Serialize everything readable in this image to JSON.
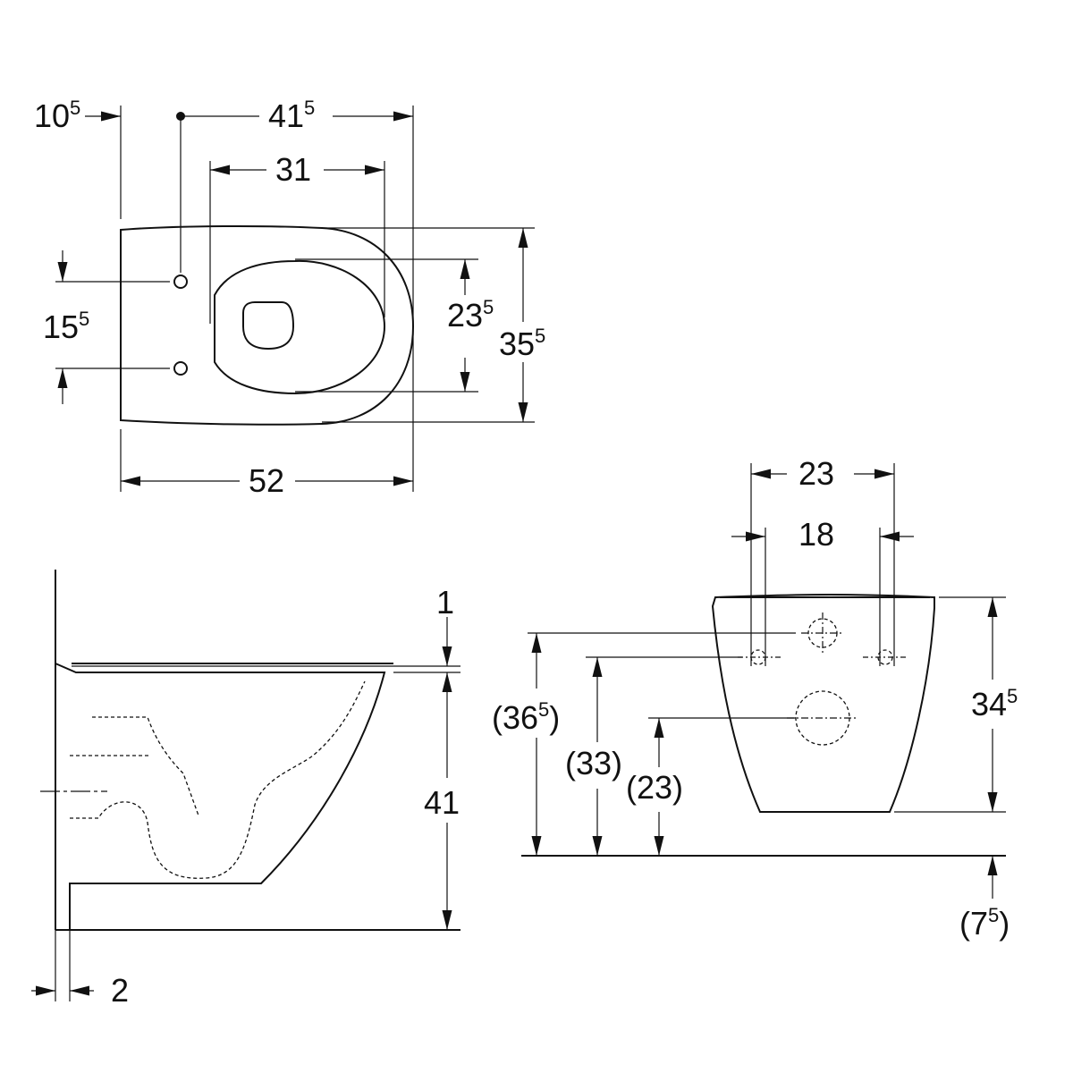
{
  "title": "Wall-hung WC dimension drawing",
  "colors": {
    "line": "#111111",
    "background": "#ffffff"
  },
  "top_view": {
    "dims": {
      "fixing_offset": {
        "base": "10",
        "sup": "5"
      },
      "fixing_to_front": {
        "base": "41",
        "sup": "5"
      },
      "seat_length": {
        "base": "31",
        "sup": ""
      },
      "fixing_spacing": {
        "base": "15",
        "sup": "5"
      },
      "seat_width": {
        "base": "23",
        "sup": "5"
      },
      "total_width": {
        "base": "35",
        "sup": "5"
      },
      "total_length": {
        "base": "52",
        "sup": ""
      }
    }
  },
  "side_view": {
    "dims": {
      "seat_thickness": {
        "base": "1",
        "sup": ""
      },
      "height": {
        "base": "41",
        "sup": ""
      },
      "wall_gap": {
        "base": "2",
        "sup": ""
      }
    }
  },
  "front_view": {
    "dims": {
      "bolt_outer": {
        "base": "23",
        "sup": ""
      },
      "bolt_inner": {
        "base": "18",
        "sup": ""
      },
      "bolt_height": {
        "pre": "(36",
        "sup": "5",
        "post": ")"
      },
      "bolt_height2": {
        "base": "(33)",
        "sup": ""
      },
      "outlet_height": {
        "base": "(23)",
        "sup": ""
      },
      "bowl_height": {
        "base": "34",
        "sup": "5"
      },
      "floor_offset": {
        "pre": "(7",
        "sup": "5",
        "post": ")"
      }
    }
  }
}
